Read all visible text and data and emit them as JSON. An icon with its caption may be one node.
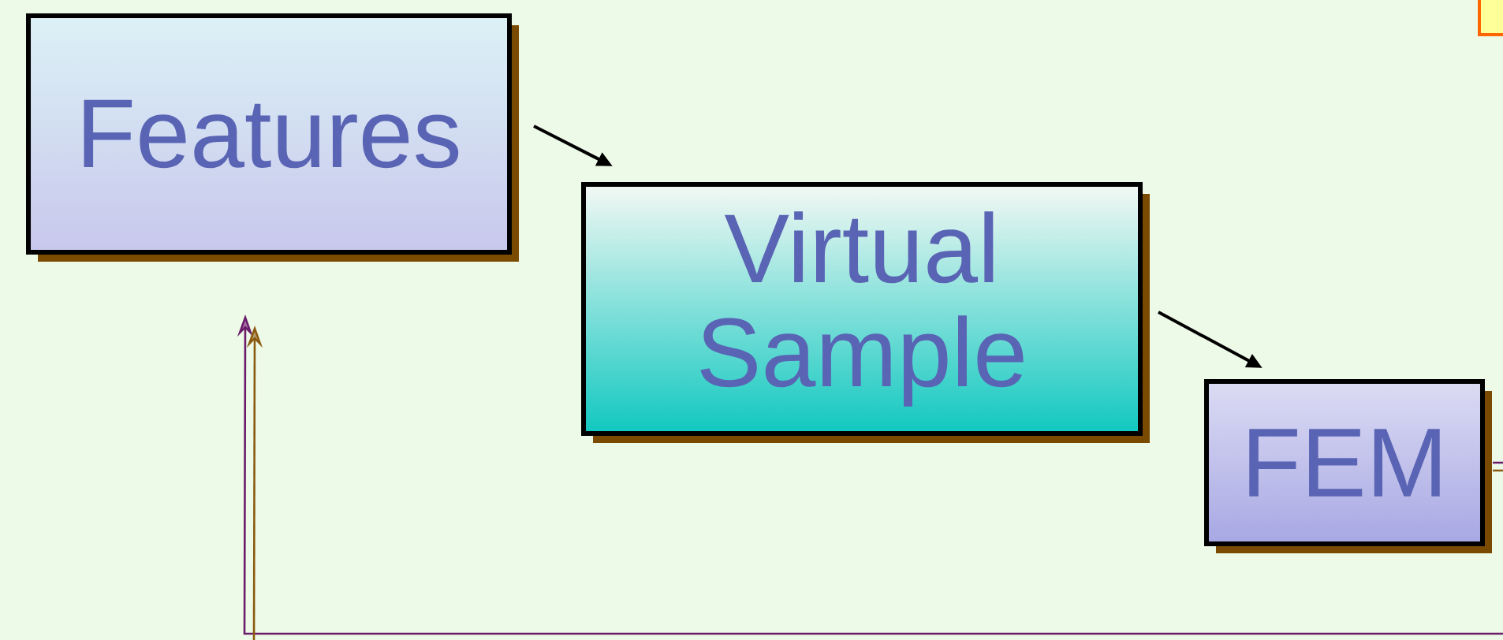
{
  "diagram": {
    "nodes": [
      {
        "text": [
          "Features"
        ]
      },
      {
        "text": [
          "Virtual Sample"
        ]
      },
      {
        "text": [
          "FEM"
        ]
      },
      {
        "text": [],
        "shape": "box"
      }
    ],
    "edges": [
      {
        "from": 0,
        "to": 1,
        "arrow": "to"
      },
      {
        "from": 1,
        "to": 2,
        "arrow": "to"
      },
      {
        "from": null,
        "to": 0,
        "arrow": "to",
        "color": "#6a1b6a"
      },
      {
        "from": null,
        "to": 0,
        "arrow": "to",
        "color": "#8a5a10"
      },
      {
        "from": 2,
        "to": null,
        "arrow": "none",
        "color": "#6a1b6a"
      },
      {
        "from": 2,
        "to": null,
        "arrow": "none",
        "color": "#8a5a10"
      }
    ]
  }
}
